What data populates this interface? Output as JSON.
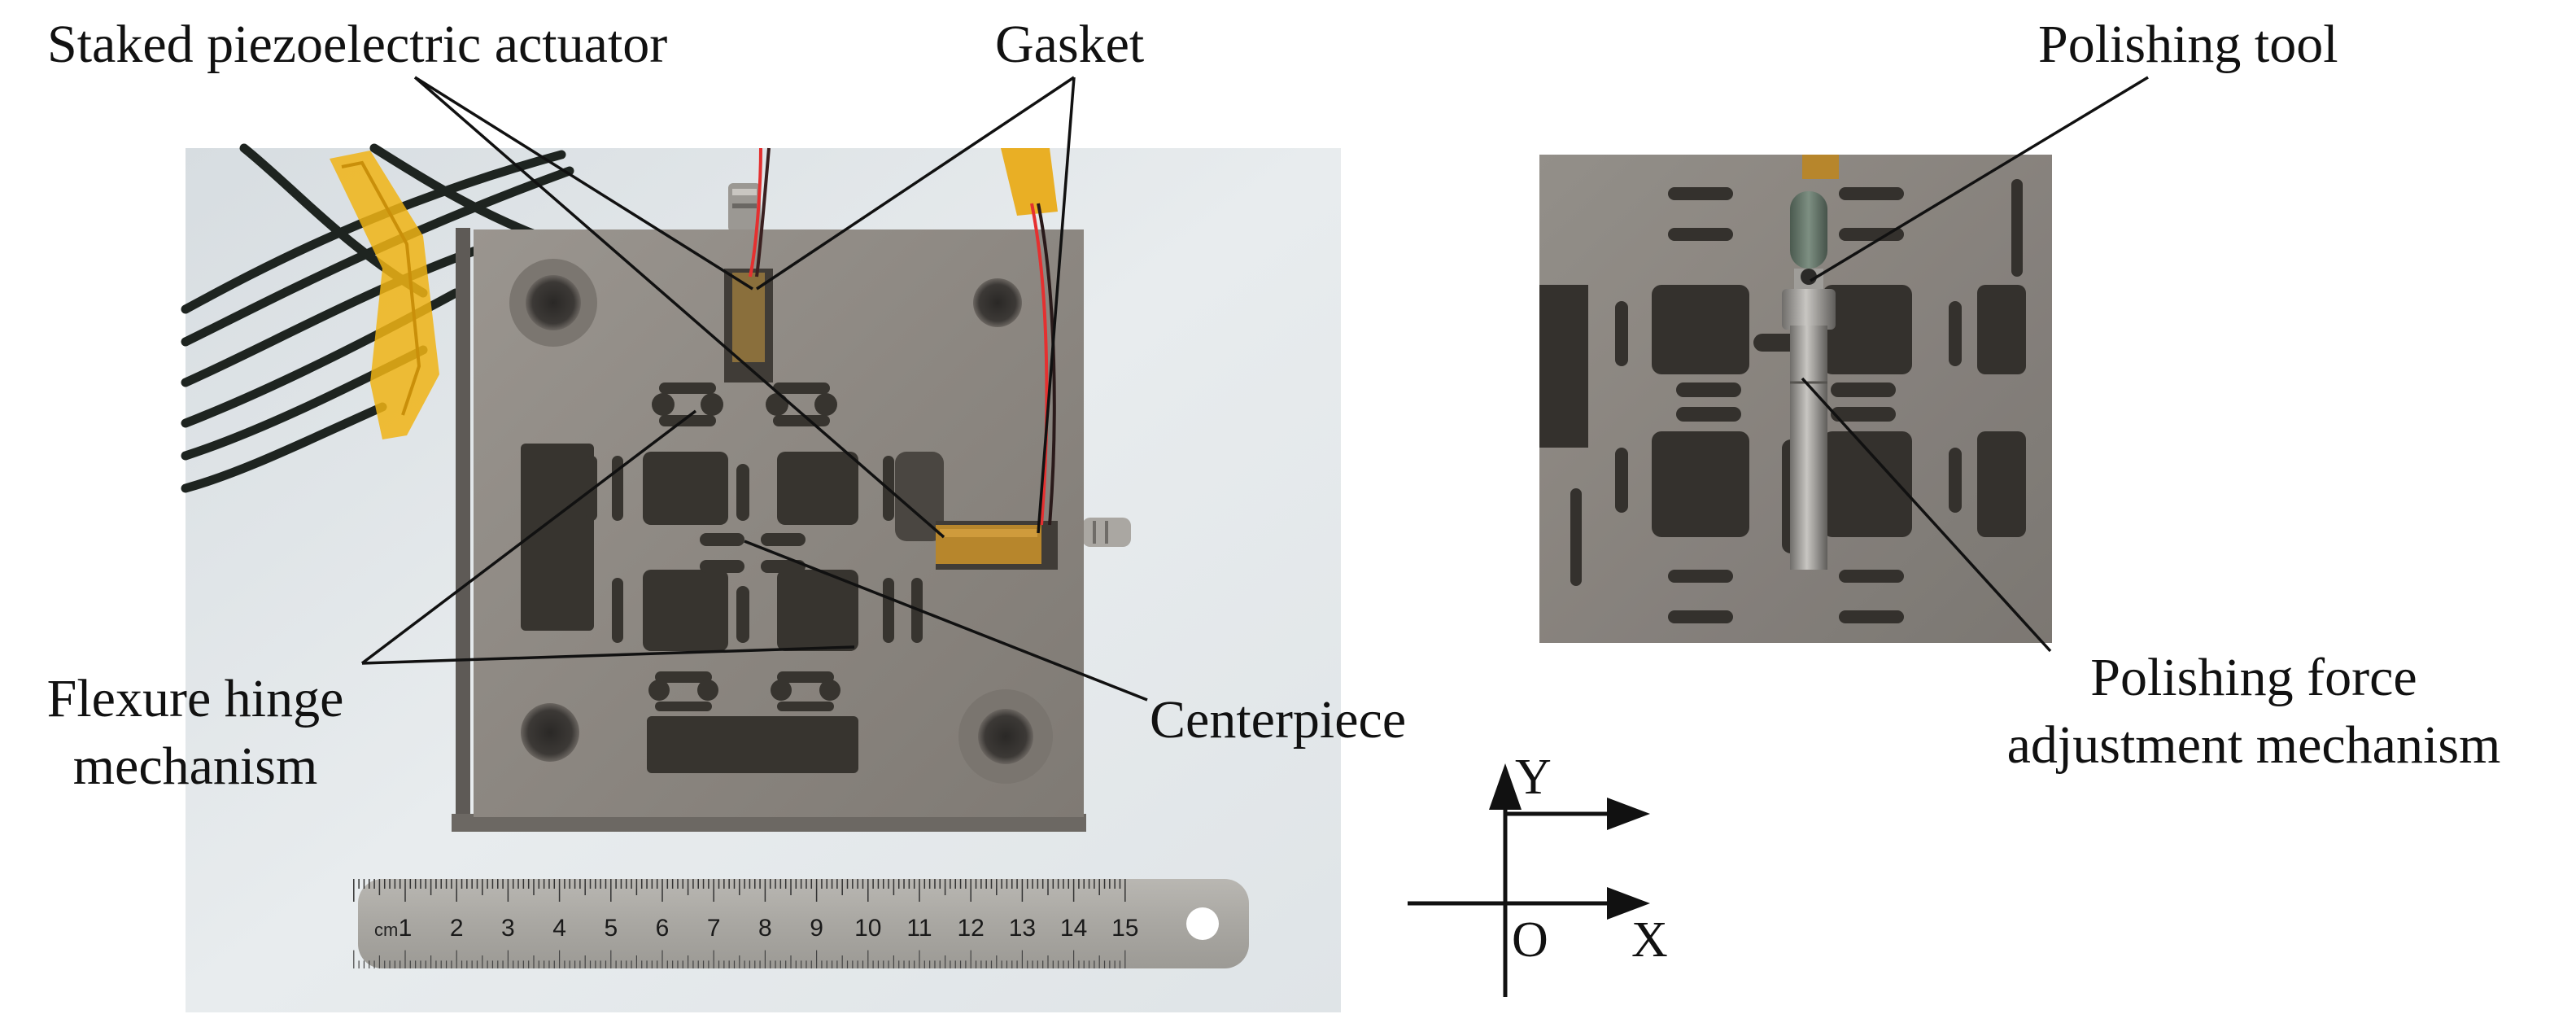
{
  "labels": {
    "actuator": "Staked piezoelectric actuator",
    "gasket": "Gasket",
    "polishing_tool": "Polishing tool",
    "flexure_line1": "Flexure hinge",
    "flexure_line2": "mechanism",
    "centerpiece": "Centerpiece",
    "force_line1": "Polishing force",
    "force_line2": "adjustment mechanism"
  },
  "axes": {
    "y": "Y",
    "x": "X",
    "origin": "O"
  },
  "ruler": {
    "unit": "cm",
    "ticks": [
      "1",
      "2",
      "3",
      "4",
      "5",
      "6",
      "7",
      "8",
      "9",
      "10",
      "11",
      "12",
      "13",
      "14",
      "15"
    ]
  },
  "colors": {
    "background_wall": "#e4e9ec",
    "steel_plate": "#8f8a84",
    "slot_shadow": "#3a3835",
    "gasket_amber": "#b7862c",
    "cable_black": "#1e2420",
    "tape_yellow": "#f0b415",
    "wire_red": "#e53030"
  }
}
